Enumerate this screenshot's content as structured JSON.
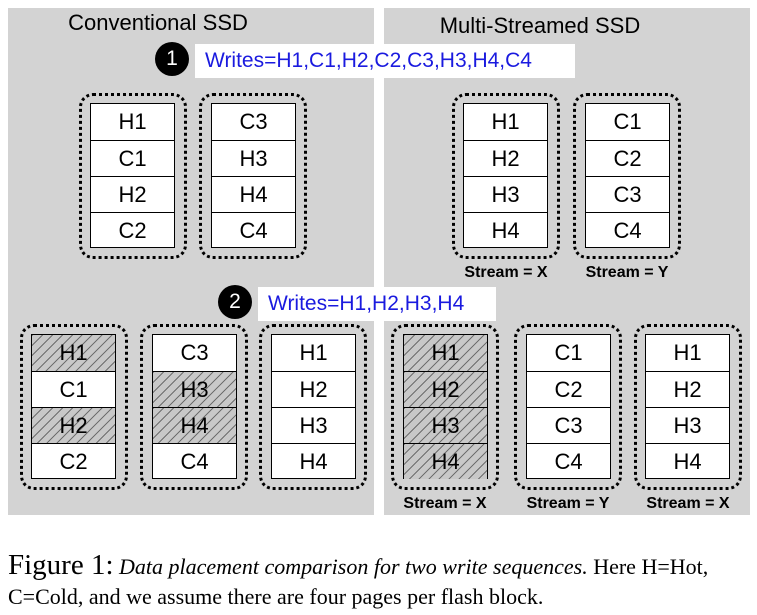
{
  "panels": {
    "conventional_title": "Conventional SSD",
    "multistream_title": "Multi-Streamed SSD"
  },
  "step1": {
    "number": "1",
    "writes": "Writes=H1,C1,H2,C2,C3,H3,H4,C4"
  },
  "step2": {
    "number": "2",
    "writes": "Writes=H1,H2,H3,H4"
  },
  "conv_top": [
    {
      "cells": [
        {
          "text": "H1"
        },
        {
          "text": "C1"
        },
        {
          "text": "H2"
        },
        {
          "text": "C2"
        }
      ]
    },
    {
      "cells": [
        {
          "text": "C3"
        },
        {
          "text": "H3"
        },
        {
          "text": "H4"
        },
        {
          "text": "C4"
        }
      ]
    }
  ],
  "multi_top": [
    {
      "cells": [
        {
          "text": "H1"
        },
        {
          "text": "H2"
        },
        {
          "text": "H3"
        },
        {
          "text": "H4"
        }
      ],
      "stream": "Stream = X"
    },
    {
      "cells": [
        {
          "text": "C1"
        },
        {
          "text": "C2"
        },
        {
          "text": "C3"
        },
        {
          "text": "C4"
        }
      ],
      "stream": "Stream = Y"
    }
  ],
  "conv_bottom": [
    {
      "cells": [
        {
          "text": "H1",
          "invalid": true
        },
        {
          "text": "C1"
        },
        {
          "text": "H2",
          "invalid": true
        },
        {
          "text": "C2"
        }
      ]
    },
    {
      "cells": [
        {
          "text": "C3"
        },
        {
          "text": "H3",
          "invalid": true
        },
        {
          "text": "H4",
          "invalid": true
        },
        {
          "text": "C4"
        }
      ]
    },
    {
      "cells": [
        {
          "text": "H1"
        },
        {
          "text": "H2"
        },
        {
          "text": "H3"
        },
        {
          "text": "H4"
        }
      ]
    }
  ],
  "multi_bottom": [
    {
      "cells": [
        {
          "text": "H1",
          "invalid": true
        },
        {
          "text": "H2",
          "invalid": true
        },
        {
          "text": "H3",
          "invalid": true
        },
        {
          "text": "H4",
          "invalid": true
        }
      ],
      "stream": "Stream = X"
    },
    {
      "cells": [
        {
          "text": "C1"
        },
        {
          "text": "C2"
        },
        {
          "text": "C3"
        },
        {
          "text": "C4"
        }
      ],
      "stream": "Stream = Y"
    },
    {
      "cells": [
        {
          "text": "H1"
        },
        {
          "text": "H2"
        },
        {
          "text": "H3"
        },
        {
          "text": "H4"
        }
      ],
      "stream": "Stream = X"
    }
  ],
  "caption": {
    "lead": "Figure 1:",
    "italic": "Data placement comparison for two write sequences.",
    "rest": "Here H=Hot, C=Cold, and we assume there are four pages per flash block."
  },
  "colors": {
    "panel_bg": "#d3d3d3",
    "writes_text": "#1a1adf",
    "hatch": "#6e6e6e"
  }
}
